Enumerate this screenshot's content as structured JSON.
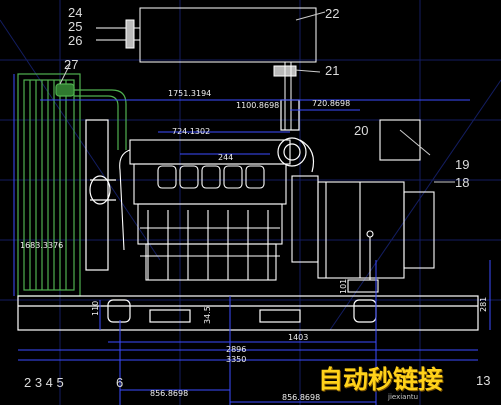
{
  "part_numbers": {
    "p22": "22",
    "p21": "21",
    "p20": "20",
    "p19": "19",
    "p18": "18",
    "p24": "24",
    "p25": "25",
    "p26": "26",
    "p27": "27",
    "bottom_left": "2 3 4 5",
    "p6": "6",
    "p13": "13"
  },
  "dimensions": {
    "d1751": "1751.3194",
    "d1100": "1100.8698",
    "d720": "720.8698",
    "d724": "724.1302",
    "d244": "244",
    "d1683": "1683.3376",
    "d110": "110",
    "d34": "34.5",
    "d101": "101",
    "d1403": "1403",
    "d2896": "2896",
    "d3350": "3350",
    "d856a": "856.8698",
    "d856b": "856.8698",
    "d281": "281"
  },
  "watermark": {
    "text": "自动秒链接",
    "url": "jiexiantu"
  },
  "colors": {
    "background": "#000000",
    "outline": "#ffffff",
    "dimension_line": "#3b4bff",
    "radiator": "#4fb04f",
    "watermark": "#ffd21a"
  }
}
